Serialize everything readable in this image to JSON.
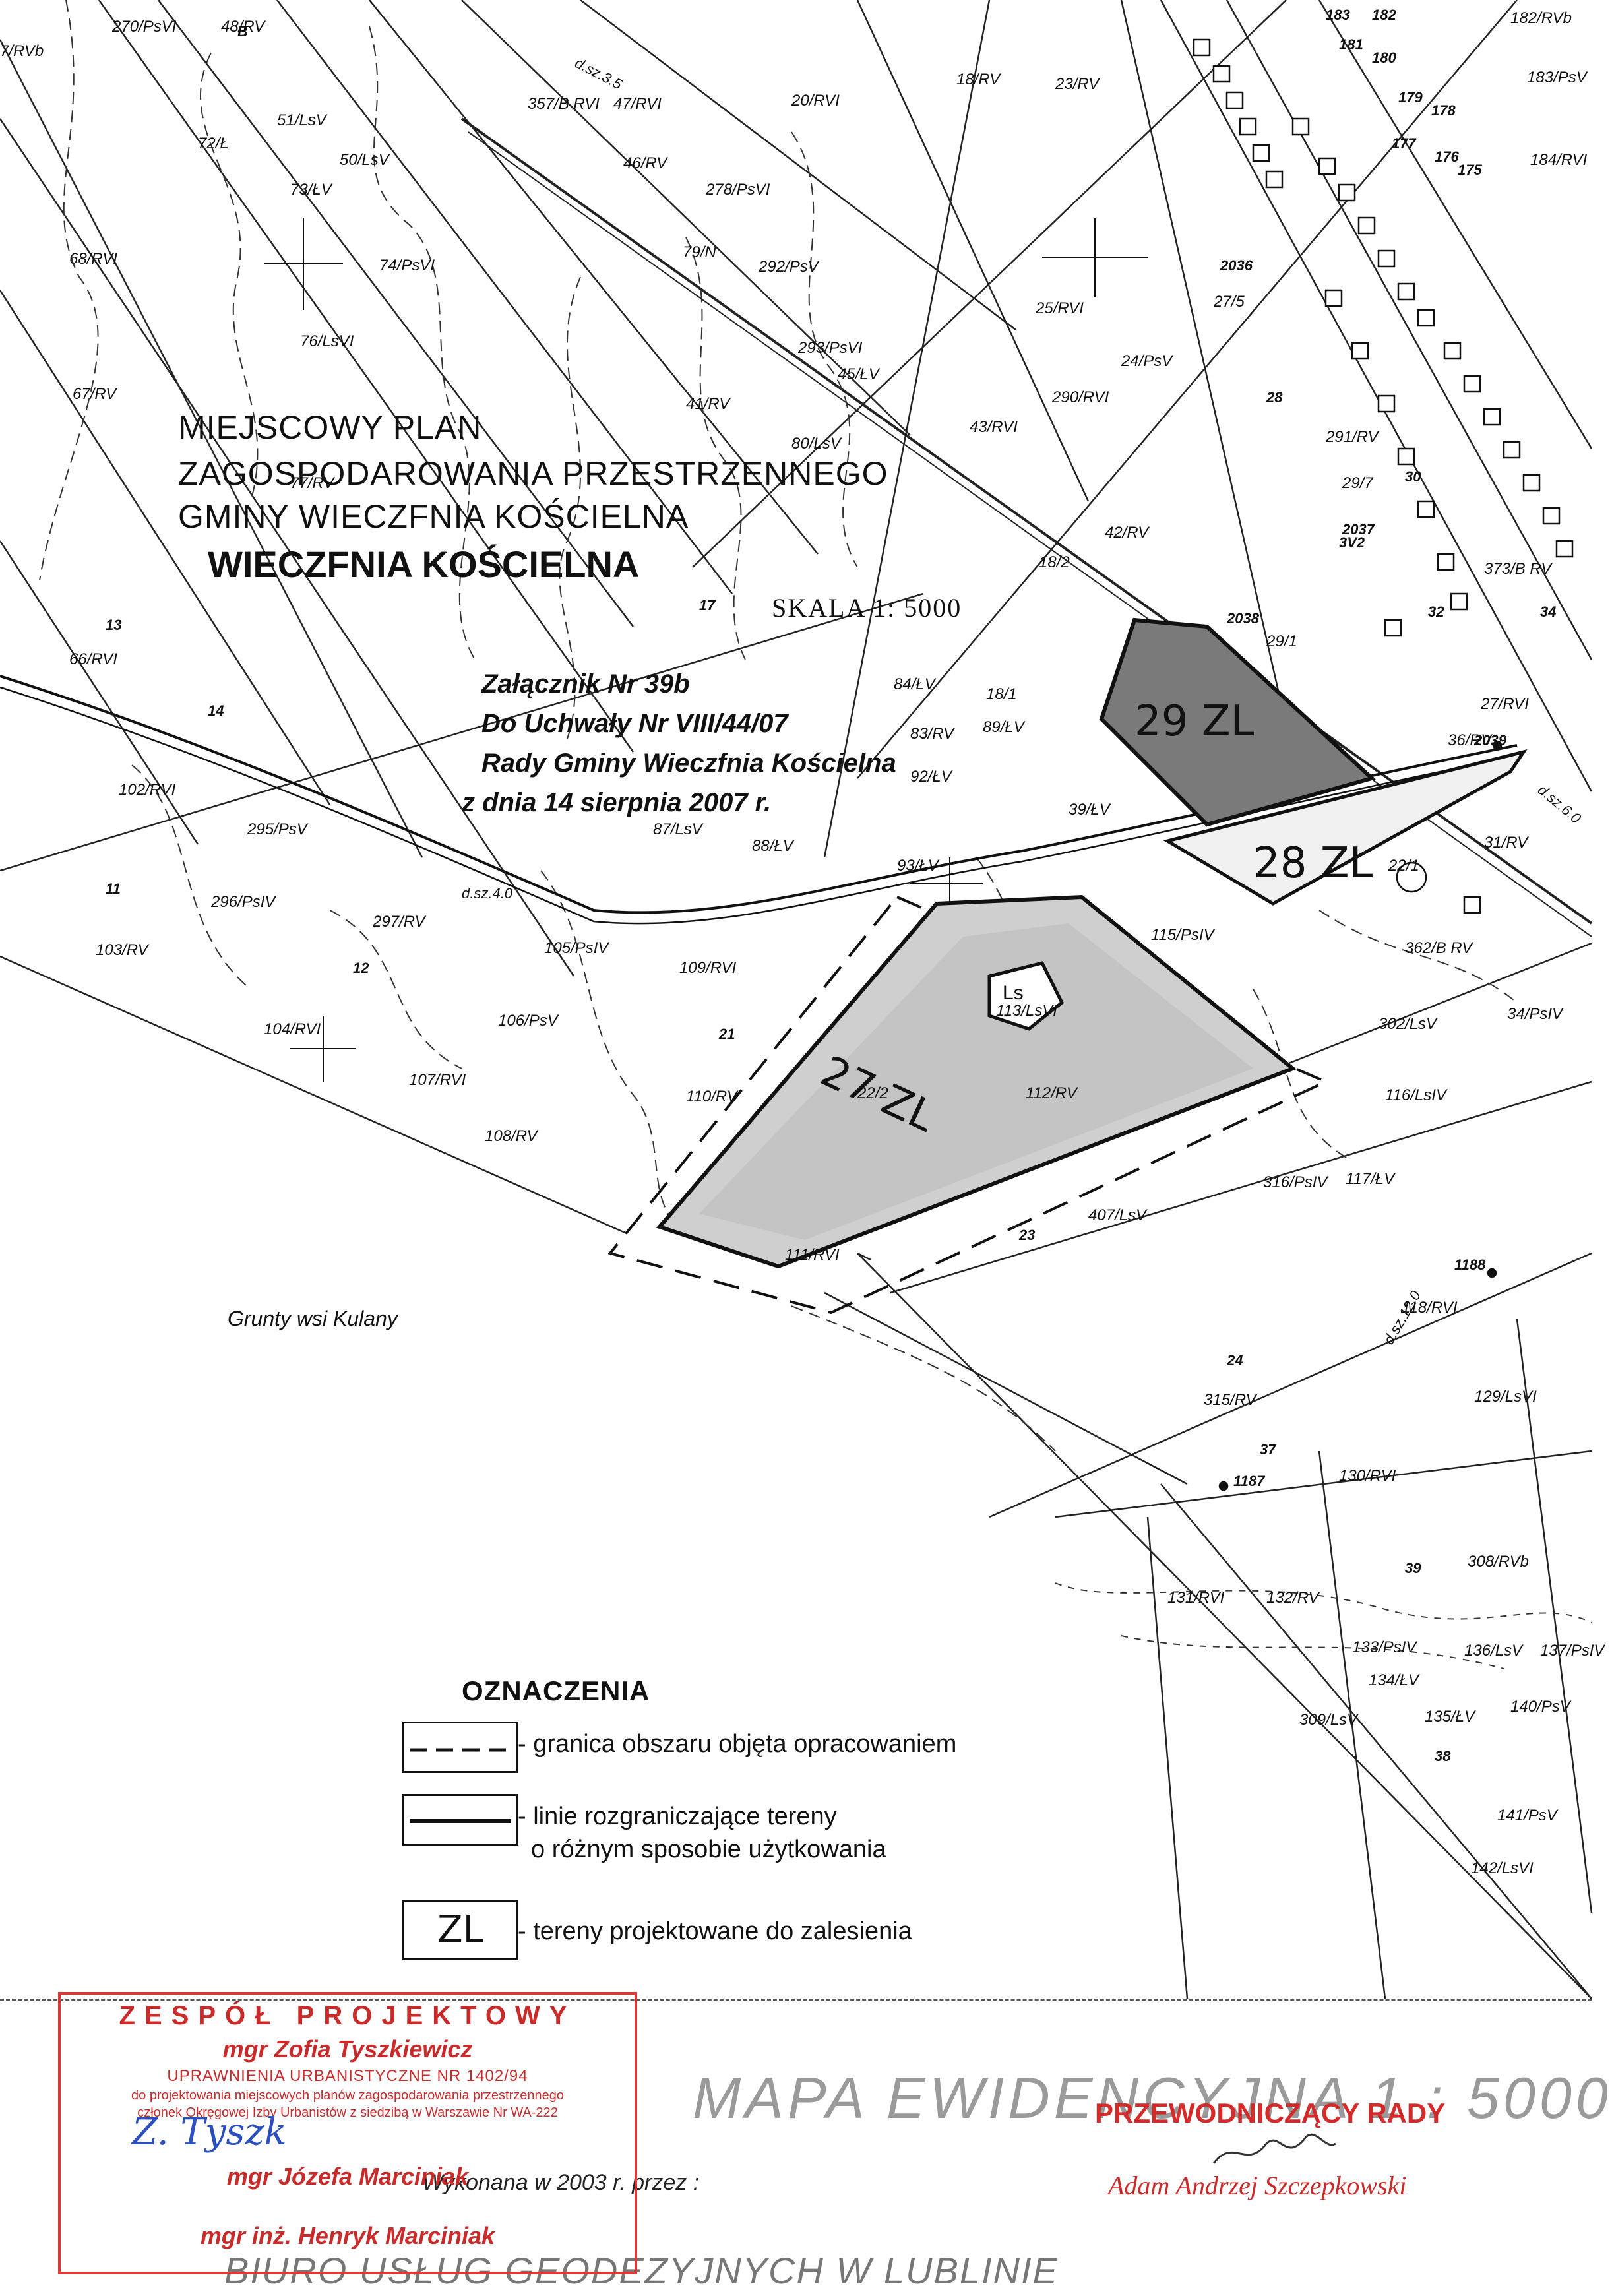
{
  "title": {
    "line1": "MIEJSCOWY PLAN",
    "line2": "ZAGOSPODAROWANIA PRZESTRZENNEGO",
    "line3": "GMINY WIECZFNIA KOŚCIELNA",
    "line4": "WIECZFNIA KOŚCIELNA",
    "scale": "SKALA 1: 5000"
  },
  "annex": {
    "line1": "Załącznik Nr 39b",
    "line2": "Do Uchwały Nr VIII/44/07",
    "line3": "Rady Gminy Wieczfnia Kościelna",
    "line4": "z dnia 14 sierpnia 2007 r."
  },
  "zones": {
    "z29": "29 ZL",
    "z28": "28 ZL",
    "z27": "27 ZL",
    "ls": "Ls"
  },
  "map_labels": {
    "grunty": "Grunty wsi Kulany",
    "road1": "d.sz.4.0",
    "road2": "d.sz.3.5",
    "road3": "d.sz.6.0",
    "road4": "d.sz.12.0",
    "plots": [
      "270/PsVI",
      "48/RV",
      "B",
      "7/RVb",
      "23/RV",
      "20/RVI",
      "18/RV",
      "51/LsV",
      "72/Ł",
      "50/LsV",
      "47/RVI",
      "357/B RVI",
      "46/RV",
      "73/ŁV",
      "278/PsVI",
      "68/RVI",
      "74/PsVI",
      "79/N",
      "292/PsV",
      "25/RVI",
      "76/LsVI",
      "293/PsVI",
      "24/PsV",
      "45/ŁV",
      "67/RV",
      "290/RVI",
      "28",
      "41/RV",
      "43/RVI",
      "291/RV",
      "80/LsV",
      "77/RV",
      "29/7",
      "30",
      "42/RV",
      "2037",
      "3V2",
      "373/B RV",
      "13",
      "17",
      "18/2",
      "29/1",
      "32",
      "34",
      "66/RVI",
      "84/ŁV",
      "18/1",
      "27/RVI",
      "14",
      "83/RV",
      "89/ŁV",
      "36/RV",
      "39/ŁV",
      "31/RV",
      "102/RVI",
      "92/ŁV",
      "295/PsV",
      "87/LsV",
      "88/ŁV",
      "22/1",
      "11",
      "296/PsIV",
      "297/RV",
      "93/ŁV",
      "115/PsIV",
      "362/B RV",
      "103/RV",
      "105/PsIV",
      "109/RVI",
      "12",
      "113/LsVI",
      "34/PsIV",
      "104/RVI",
      "106/PsV",
      "302/LsV",
      "21",
      "107/RVI",
      "110/RV",
      "22/2",
      "112/RV",
      "116/LsIV",
      "108/RV",
      "316/PsIV",
      "117/ŁV",
      "407/LsV",
      "23",
      "111/RVI",
      "118/RVI",
      "24",
      "315/RV",
      "129/LsVI",
      "130/RVI",
      "37",
      "39",
      "308/RVb",
      "131/RVI",
      "132/RV",
      "133/PsIV",
      "136/LsV",
      "137/PsIV",
      "134/ŁV",
      "135/ŁV",
      "309/LsV",
      "140/PsV",
      "38",
      "141/PsV",
      "142/LsVI",
      "183",
      "182",
      "181",
      "180",
      "179",
      "178",
      "177",
      "176",
      "175",
      "184/RVI",
      "182/RVb",
      "183/PsV",
      "27/5",
      "2036",
      "2038",
      "2039",
      "1188",
      "1187"
    ]
  },
  "legend": {
    "title": "OZNACZENIA",
    "item1": "- granica obszaru objęta opracowaniem",
    "item2a": "- linie rozgraniczające tereny",
    "item2b": "o różnym sposobie użytkowania",
    "item3_symbol": "ZL",
    "item3": "- tereny projektowane do zalesienia"
  },
  "footer": {
    "ewid": "MAPA EWIDENCYJNA 1 : 5000",
    "wykonana": "Wykonana w 2003 r. przez :",
    "biuro": "BIURO USŁUG GEODEZYJNYCH W LUBLINIE"
  },
  "stamp": {
    "line1": "ZESPÓŁ PROJEKTOWY",
    "line2": "mgr Zofia Tyszkiewicz",
    "line3": "UPRAWNIENIA URBANISTYCZNE NR 1402/94",
    "line4": "do projektowania miejscowych planów zagospodarowania przestrzennego",
    "line5": "członek Okręgowej Izby Urbanistów z siedzibą w Warszawie Nr WA-222",
    "line6": "mgr Józefa Marciniak",
    "line7": "mgr inż. Henryk Marciniak",
    "signature": "Z. Tyszk"
  },
  "chair": {
    "title": "PRZEWODNICZĄCY RADY",
    "name": "Adam Andrzej Szczepkowski"
  },
  "colors": {
    "stamp_red": "#c92a2a",
    "ink": "#111111",
    "shade_dark": "#6f6f6f",
    "shade_light": "#bdbdbd",
    "signature_blue": "#2b4fbf"
  }
}
